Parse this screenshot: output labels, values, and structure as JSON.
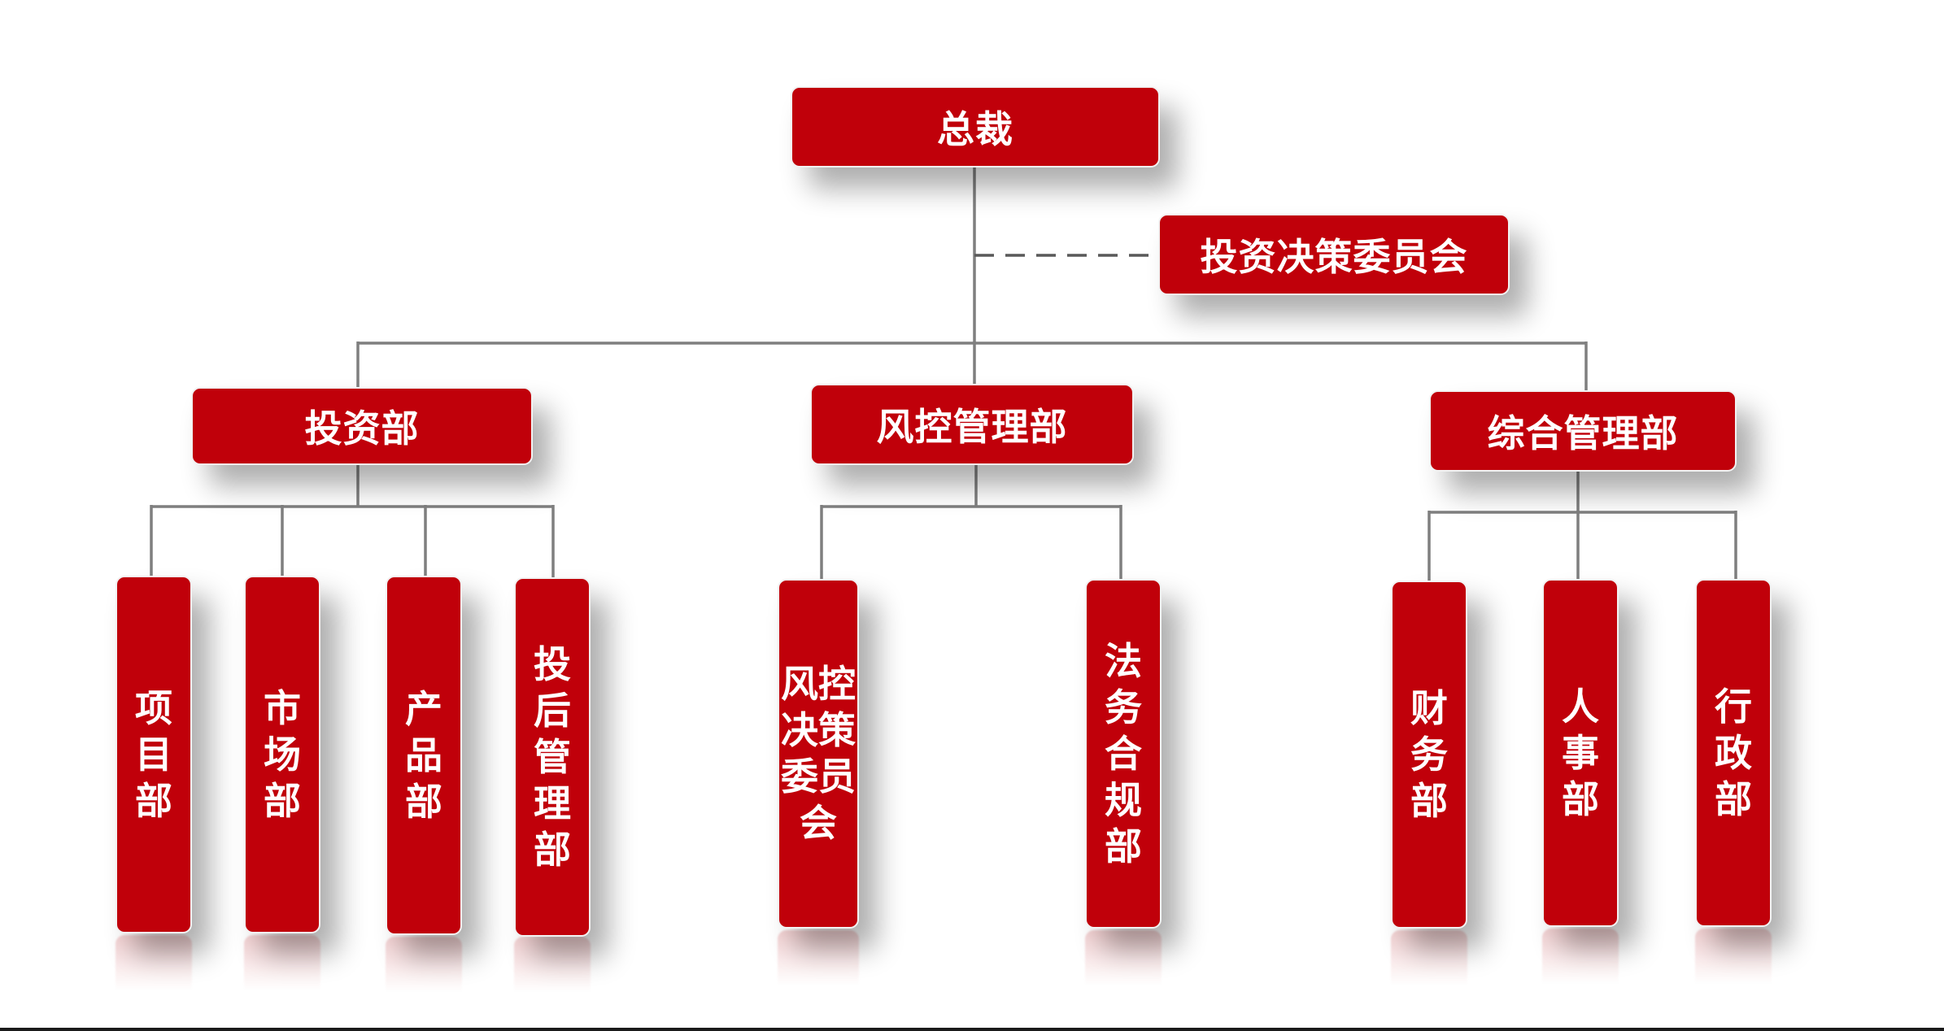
{
  "colors": {
    "box_fill": "#c0000a",
    "box_text": "#ffffff",
    "connector": "#7f7f7f"
  },
  "root": {
    "label": "总裁"
  },
  "committee": {
    "label": "投资决策委员会"
  },
  "departments": [
    {
      "label": "投资部",
      "children": [
        "项目部",
        "市场部",
        "产品部",
        "投后管理部"
      ]
    },
    {
      "label": "风控管理部",
      "children": [
        "风控决策委员会",
        "法务合规部"
      ]
    },
    {
      "label": "综合管理部",
      "children": [
        "财务部",
        "人事部",
        "行政部"
      ]
    }
  ]
}
